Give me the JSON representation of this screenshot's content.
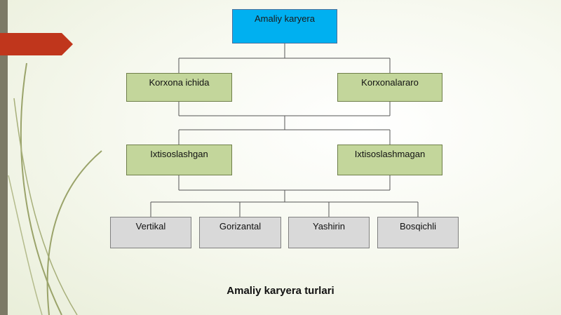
{
  "diagram": {
    "root": {
      "label": "Amaliy karyera"
    },
    "level1": [
      {
        "label": "Korxona ichida"
      },
      {
        "label": "Korxonalararo"
      }
    ],
    "level2": [
      {
        "label": "Ixtisoslashgan"
      },
      {
        "label": "Ixtisoslashmagan"
      }
    ],
    "level3": [
      {
        "label": "Vertikal"
      },
      {
        "label": "Gorizantal"
      },
      {
        "label": "Yashirin"
      },
      {
        "label": "Bosqichli"
      }
    ],
    "caption": "Amaliy karyera turlari"
  },
  "colors": {
    "root_fill": "#00b0f0",
    "level_fill": "#c3d69b",
    "leaf_fill": "#d9d9d9",
    "accent_tab": "#c0361c",
    "left_bar": "#7c7a66"
  }
}
